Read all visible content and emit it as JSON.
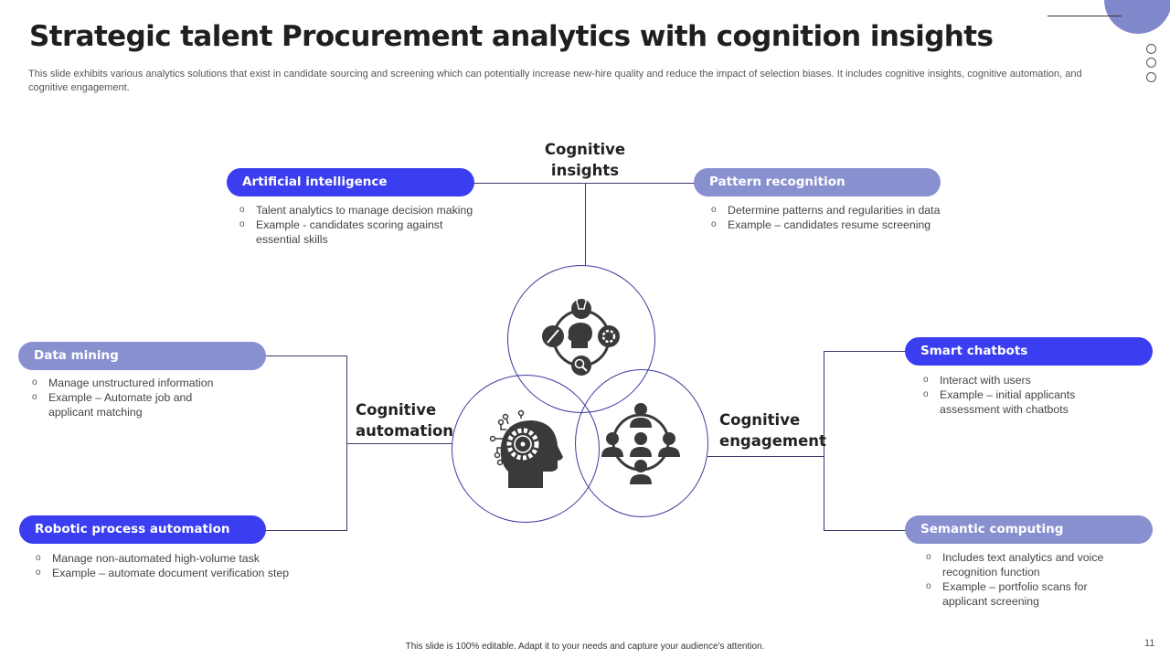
{
  "slide": {
    "title": "Strategic talent Procurement analytics with cognition insights",
    "subtitle": "This slide exhibits various analytics solutions that exist in candidate sourcing and screening which can potentially increase new-hire quality and reduce the impact of selection biases. It includes cognitive insights, cognitive automation, and cognitive engagement.",
    "footer": "This slide is 100% editable. Adapt it to your needs and capture your audience's attention.",
    "page_number": "11"
  },
  "colors": {
    "primary": "#3a3df0",
    "secondary": "#8990d0",
    "connector": "#3a3a6a"
  },
  "categories": {
    "insights": {
      "label_line1": "Cognitive",
      "label_line2": "insights",
      "icon": "brain-network-icon"
    },
    "automation": {
      "label_line1": "Cognitive",
      "label_line2": "automation",
      "icon": "head-gear-circuit-icon"
    },
    "engagement": {
      "label_line1": "Cognitive",
      "label_line2": "engagement",
      "icon": "people-network-icon"
    }
  },
  "items": {
    "artificial_intelligence": {
      "label": "Artificial intelligence",
      "style": "dark",
      "bullets": [
        "Talent analytics to manage decision making",
        "Example -  candidates scoring against essential skills"
      ]
    },
    "pattern_recognition": {
      "label": "Pattern recognition",
      "style": "light",
      "bullets": [
        "Determine patterns and regularities in data",
        "Example – candidates resume screening"
      ]
    },
    "data_mining": {
      "label": "Data mining",
      "style": "light",
      "bullets": [
        "Manage unstructured information",
        "Example – Automate job and applicant matching"
      ]
    },
    "robotic_process_automation": {
      "label": "Robotic process automation",
      "style": "dark",
      "bullets": [
        "Manage non-automated high-volume task",
        "Example – automate document verification step"
      ]
    },
    "smart_chatbots": {
      "label": "Smart chatbots",
      "style": "dark",
      "bullets": [
        "Interact with users",
        "Example – initial applicants assessment with chatbots"
      ]
    },
    "semantic_computing": {
      "label": "Semantic computing",
      "style": "light",
      "bullets": [
        "Includes text analytics and voice recognition function",
        "Example – portfolio scans for applicant screening"
      ]
    }
  }
}
